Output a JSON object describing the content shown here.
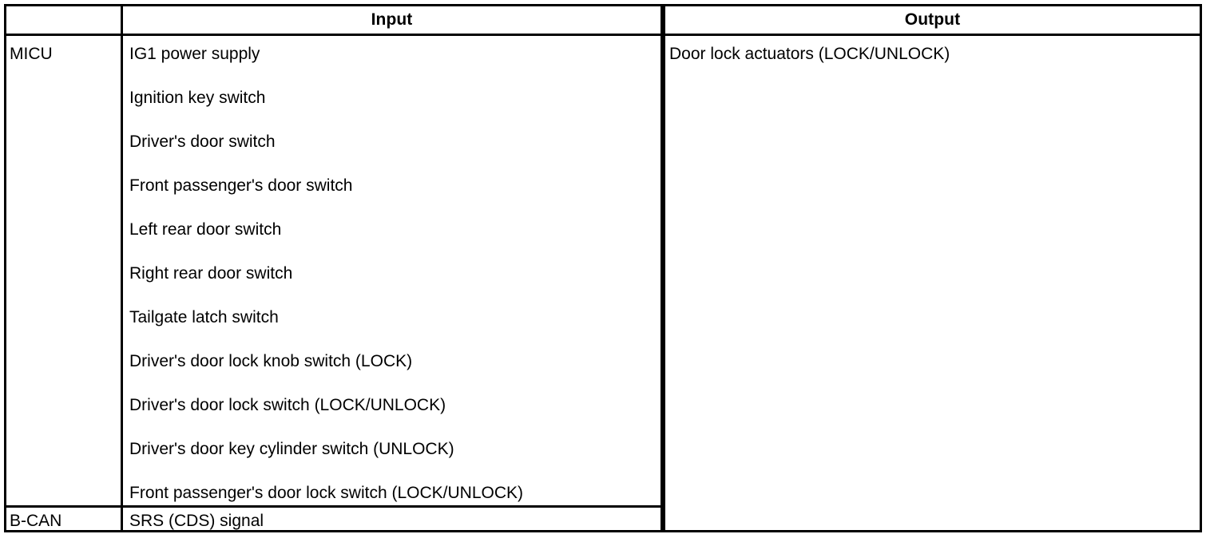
{
  "table": {
    "headers": {
      "category": "",
      "input": "Input",
      "output": "Output"
    },
    "rows": [
      {
        "category": "MICU",
        "inputs": [
          "IG1 power supply",
          "Ignition key switch",
          "Driver's door switch",
          "Front passenger's door switch",
          "Left rear door switch",
          "Right rear door switch",
          "Tailgate latch switch",
          "Driver's door lock knob switch (LOCK)",
          "Driver's door lock switch (LOCK/UNLOCK)",
          "Driver's door key cylinder switch (UNLOCK)",
          "Front passenger's door lock switch (LOCK/UNLOCK)"
        ]
      },
      {
        "category": "B-CAN",
        "inputs": [
          "SRS (CDS) signal"
        ]
      }
    ],
    "output_items": [
      "Door lock actuators (LOCK/UNLOCK)"
    ]
  },
  "colors": {
    "border": "#000000",
    "text": "#000000",
    "background": "#ffffff"
  }
}
